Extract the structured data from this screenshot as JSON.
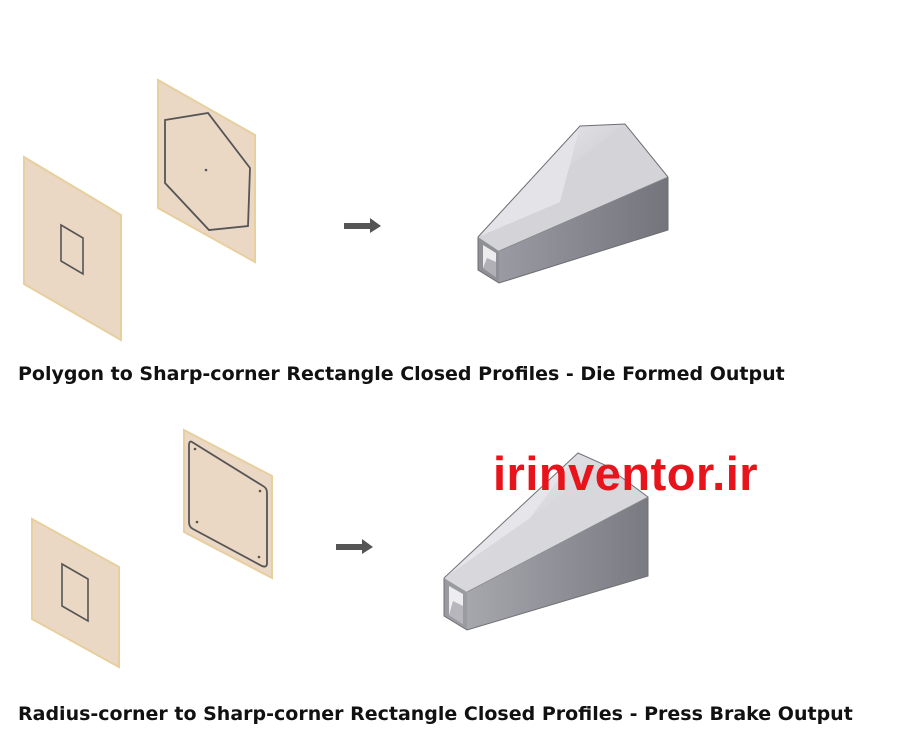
{
  "figures": [
    {
      "id": "die-formed",
      "caption": "Polygon to Sharp-corner Rectangle Closed Profiles - Die Formed Output",
      "start_profile": "rectangle",
      "end_profile": "polygon",
      "output": "die-formed lofted flange"
    },
    {
      "id": "press-brake",
      "caption": "Radius-corner to Sharp-corner Rectangle Closed Profiles - Press Brake Output",
      "start_profile": "rectangle",
      "end_profile": "radius-corner rectangle",
      "output": "press-brake lofted flange"
    }
  ],
  "watermark": "irinventor.ir",
  "colors": {
    "sketch_plane_fill": "#ead7c4",
    "sketch_plane_edge": "#e8cf9e",
    "profile_line": "#555555",
    "arrow": "#555555",
    "watermark": "#e8141c"
  }
}
